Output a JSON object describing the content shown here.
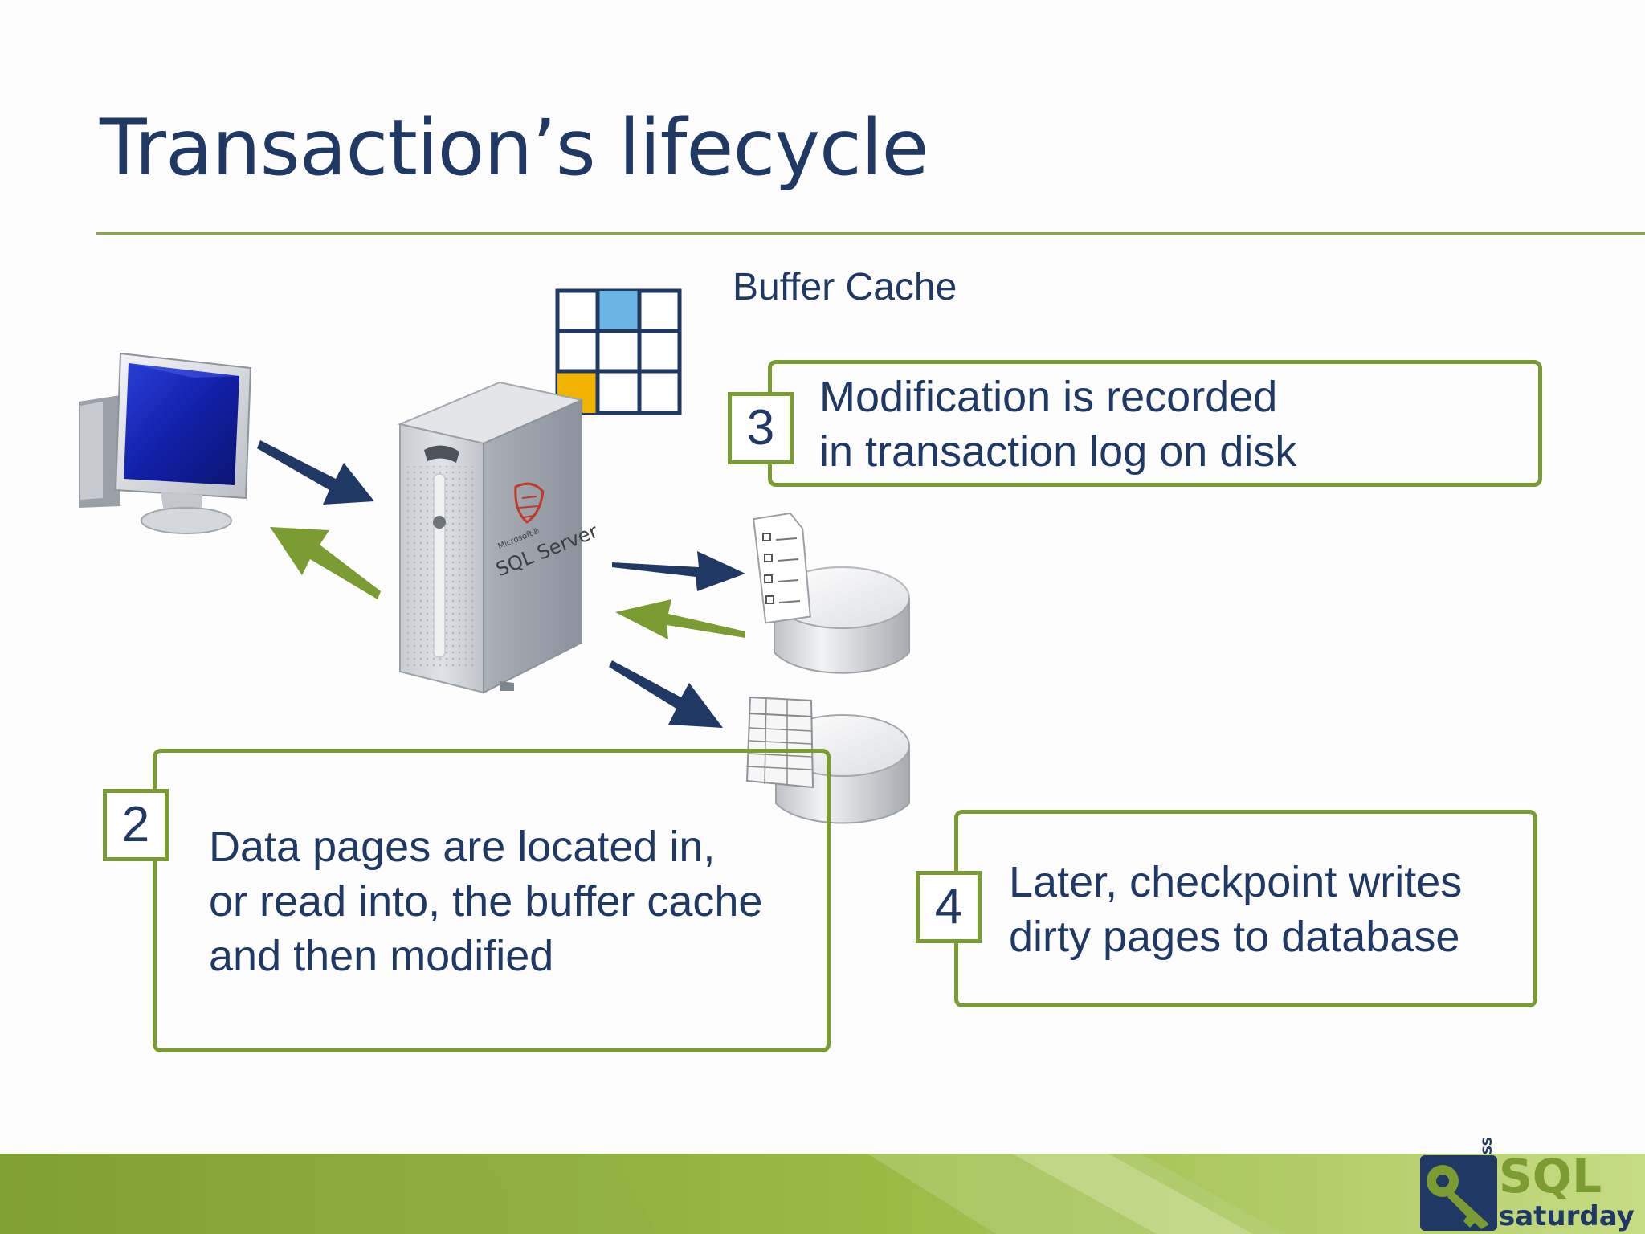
{
  "slide": {
    "title": "Transaction’s lifecycle",
    "buffer_cache_label": "Buffer Cache"
  },
  "steps": [
    {
      "number": "2",
      "text_lines": [
        "Data pages are located in,",
        "or read into, the buffer cache",
        "and then modified"
      ]
    },
    {
      "number": "3",
      "text_lines": [
        "Modification is recorded",
        "in transaction log on disk"
      ]
    },
    {
      "number": "4",
      "text_lines": [
        "Later, checkpoint writes",
        "dirty pages to database"
      ]
    }
  ],
  "server": {
    "brand_small": "Microsoft®",
    "brand": "SQL Server"
  },
  "logo": {
    "pass": "PASS",
    "sql": "SQL",
    "saturday": "saturday"
  },
  "colors": {
    "title": "#1f3864",
    "accent_green": "#7b9b33",
    "arrow_navy": "#1f3864",
    "arrow_green": "#7b9b33",
    "cache_blue": "#6cb4e4",
    "cache_yellow": "#f0b400"
  }
}
